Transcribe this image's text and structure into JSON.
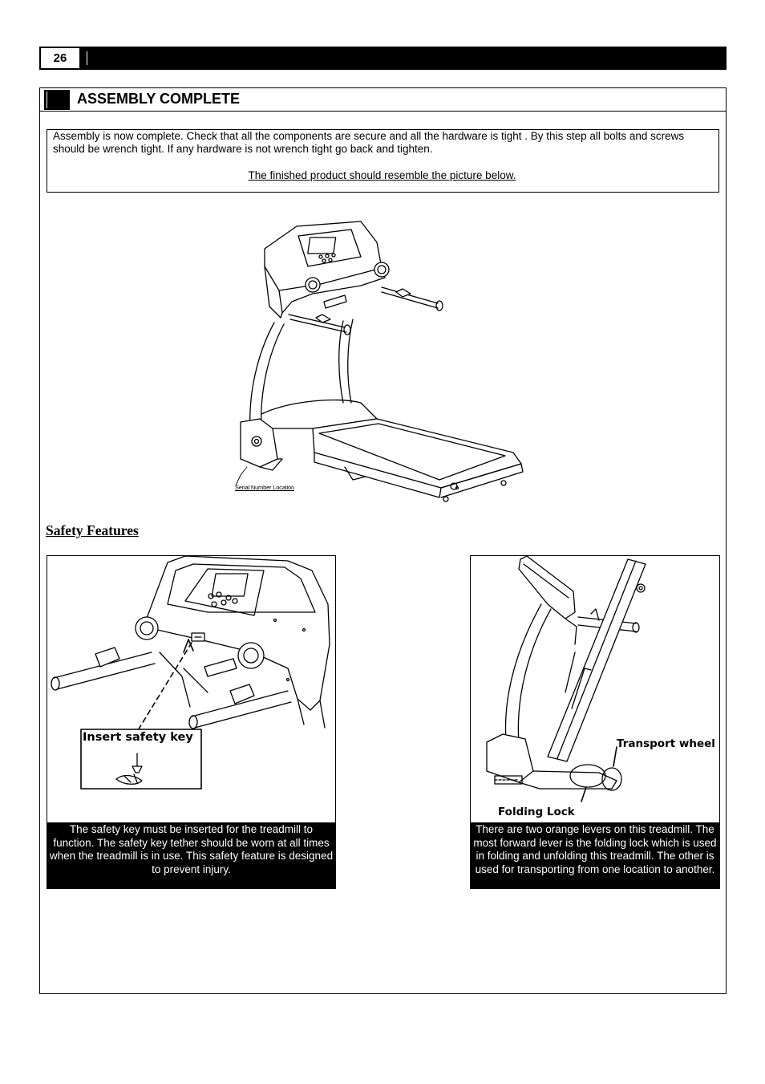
{
  "page": {
    "number": "26"
  },
  "section": {
    "title": "ASSEMBLY COMPLETE"
  },
  "intro": {
    "text": "Assembly is now complete. Check that all the components are secure and all the hardware is tight . By this step all bolts and screws should be wrench tight. If any hardware is not wrench tight go back and tighten.",
    "caption": "The finished product should resemble the picture below."
  },
  "main_image": {
    "serial_label": "Serial Number Location"
  },
  "safety": {
    "title": "Safety Features",
    "left": {
      "image_label": "Insert safety key",
      "caption": "The safety key must be inserted for the treadmill to function. The safety key tether should be worn at all times when the treadmill is in use. This safety feature is designed to prevent injury."
    },
    "right": {
      "label_transport": "Transport wheel",
      "label_folding": "Folding Lock",
      "caption": "There are two orange levers on this treadmill. The most forward lever is the folding lock which is used in folding and unfolding this treadmill. The other is used for transporting from one location to another."
    }
  }
}
